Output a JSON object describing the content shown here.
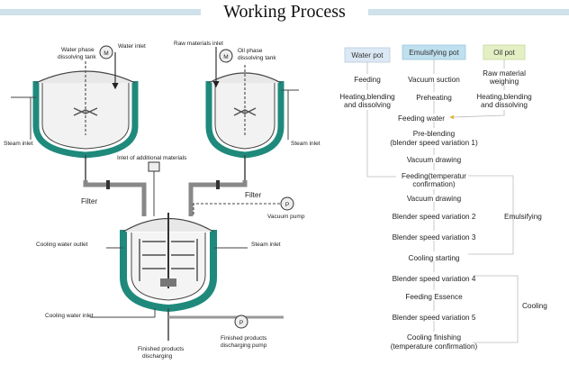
{
  "title": "Working Process",
  "colors": {
    "tank_jacket": "#1f8a7c",
    "header_bar": "#cfe1ea",
    "water_pot": "#dce8f4",
    "emulsifying_pot": "#bfe0ee",
    "oil_pot": "#e4f0c4",
    "arrow": "#f0d070"
  },
  "diagram": {
    "water_tank": {
      "label_line1": "Water phase",
      "label_line2": "dissolving tank",
      "inlet": "Water inlet",
      "motor": "M",
      "steam": "Steam inlet"
    },
    "oil_tank": {
      "inlet": "Raw materials inlet",
      "label_line1": "Oil phase",
      "label_line2": "dissolving tank",
      "motor": "M",
      "steam": "Steam inlet"
    },
    "additional": "Inlet of additional materials",
    "filter_left": "Filter",
    "filter_right": "Filter",
    "vacuum_pump": "Vacuum pump",
    "pump_symbol": "P",
    "cooling_outlet": "Cooling water outlet",
    "steam_inlet_main": "Steam inlet",
    "cooling_inlet": "Cooling water inlet",
    "finished_line1": "Finished products",
    "finished_line2": "discharging",
    "pump_line1": "Finished products",
    "pump_line2": "discharging pump"
  },
  "flow": {
    "pots": {
      "water": "Water pot",
      "emulsifying": "Emulsifying pot",
      "oil": "Oil pot"
    },
    "water_steps": {
      "feeding": "Feeding",
      "heating_1": "Heating,blending",
      "heating_2": "and dissolving"
    },
    "oil_steps": {
      "raw_1": "Raw material",
      "raw_2": "weighing",
      "heating_1": "Heating,blending",
      "heating_2": "and dissolving"
    },
    "main_steps": {
      "vacuum_suction": "Vacuum suction",
      "preheating": "Preheating",
      "feeding_water": "Feeding water",
      "preblending_1": "Pre-blending",
      "preblending_2": "(blender speed variation 1)",
      "vacuum_drawing_1": "Vacuum drawing",
      "feeding_temp_1": "Feeding(temperatur",
      "feeding_temp_2": "confirmation)",
      "vacuum_drawing_2": "Vacuum drawing",
      "speed_2": "Blender speed variation 2",
      "speed_3": "Blender speed variation 3",
      "cooling_starting": "Cooling starting",
      "speed_4": "Blender speed variation 4",
      "feeding_essence": "Feeding Essence",
      "speed_5": "Blender speed variation 5",
      "cooling_finishing_1": "Cooling finishing",
      "cooling_finishing_2": "(temperature confirmation)"
    },
    "phases": {
      "emulsifying": "Emulsifying",
      "cooling": "Cooling"
    }
  }
}
